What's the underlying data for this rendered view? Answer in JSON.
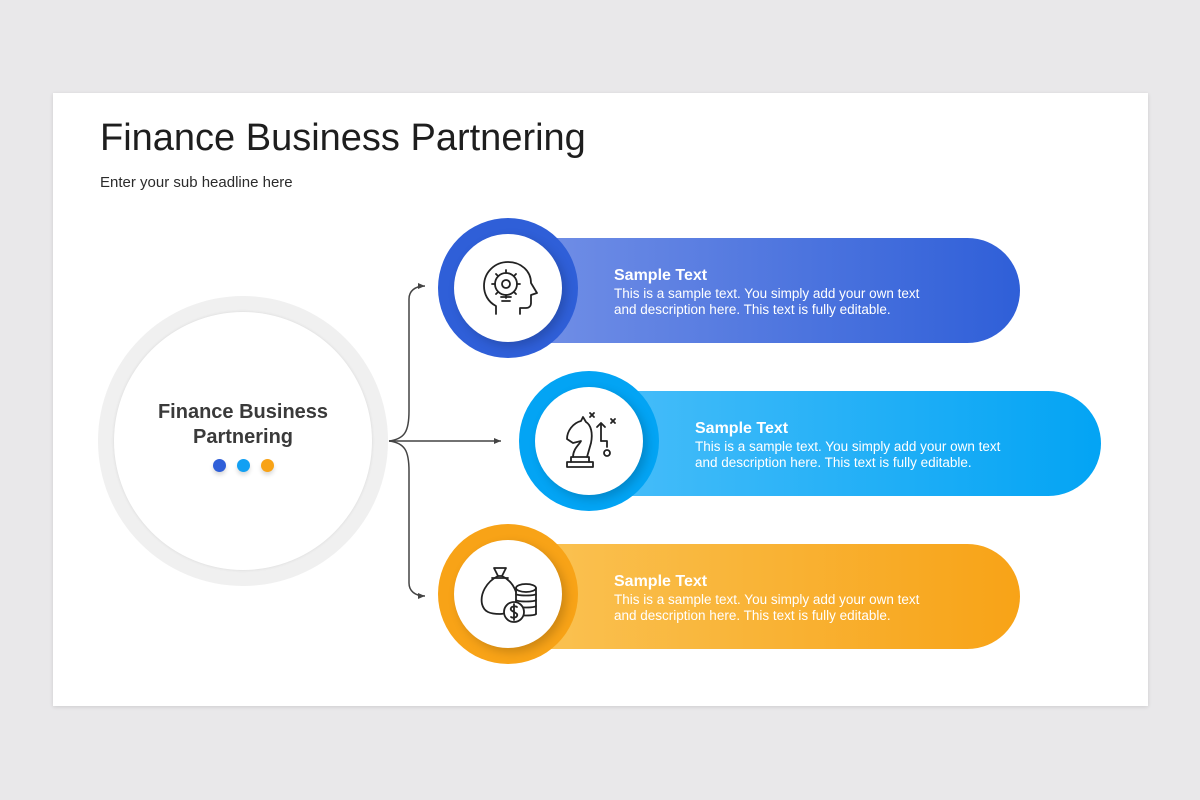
{
  "slide": {
    "title": "Finance Business Partnering",
    "subtitle": "Enter your sub headline here"
  },
  "hub": {
    "title_line1": "Finance Business",
    "title_line2": "Partnering",
    "dot_colors": [
      "#2f5fd8",
      "#12a0f3",
      "#f8a317"
    ]
  },
  "items": [
    {
      "heading": "Sample Text",
      "desc_line1": "This is a sample text. You simply add your own text",
      "desc_line2": "and description here. This text is fully editable.",
      "icon": "idea-head-gear-icon",
      "colors": [
        "#2f5fd8",
        "#7a95e8"
      ]
    },
    {
      "heading": "Sample Text",
      "desc_line1": "This is a sample text. You simply add your own text",
      "desc_line2": "and description here. This text is fully editable.",
      "icon": "chess-knight-strategy-icon",
      "colors": [
        "#03a4f4",
        "#4fc0fa"
      ]
    },
    {
      "heading": "Sample Text",
      "desc_line1": "This is a sample text. You simply add your own text",
      "desc_line2": "and description here. This text is fully editable.",
      "icon": "money-bag-coins-icon",
      "colors": [
        "#f8a317",
        "#fac65a"
      ]
    }
  ]
}
